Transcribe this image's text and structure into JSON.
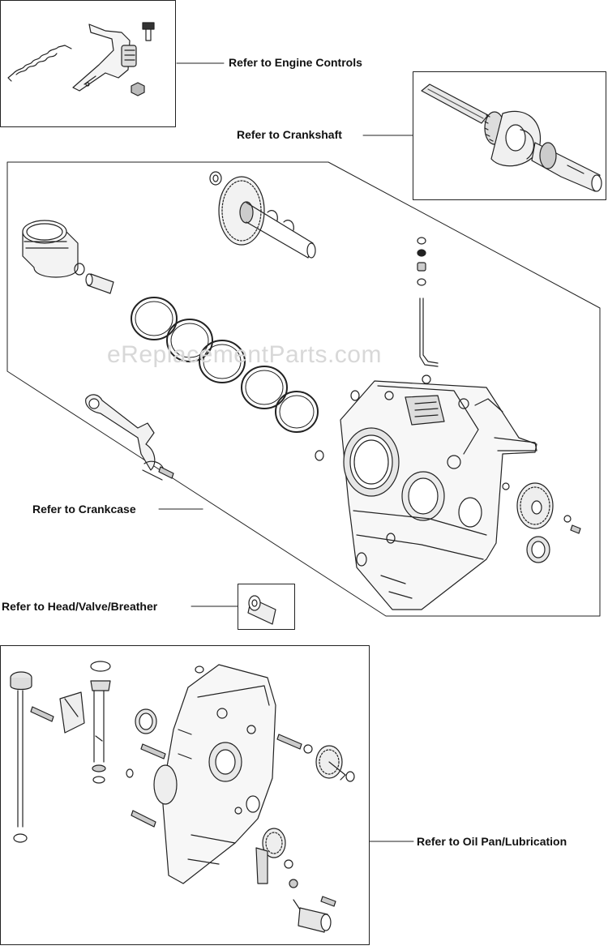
{
  "callouts": {
    "engine_controls": "Refer to Engine Controls",
    "crankshaft": "Refer to Crankshaft",
    "crankcase": "Refer to Crankcase",
    "head_valve_breather": "Refer to Head/Valve/Breather",
    "oil_pan_lubrication": "Refer to Oil Pan/Lubrication"
  },
  "watermark": "eReplacementParts.com"
}
